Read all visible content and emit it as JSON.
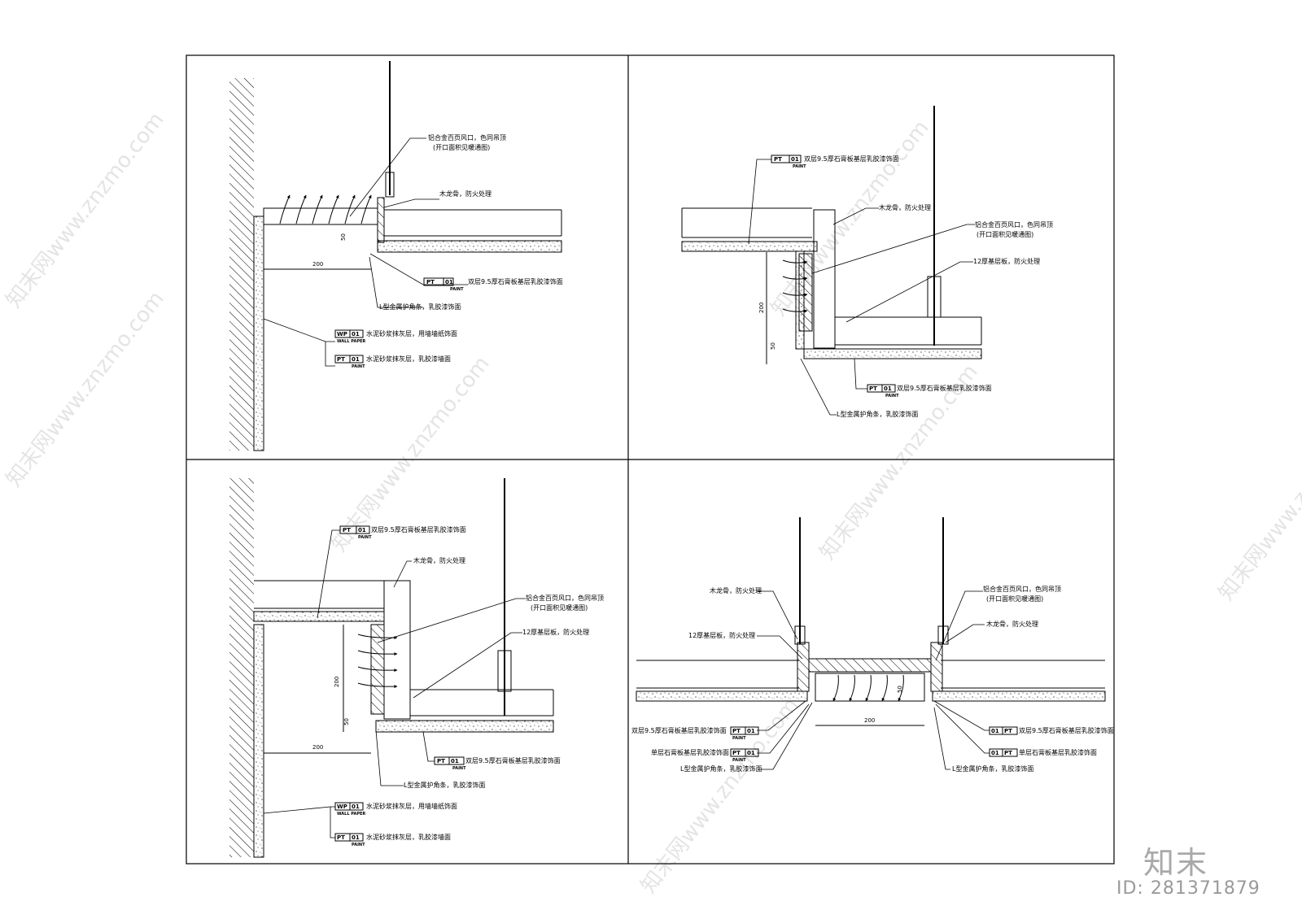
{
  "brand": "知末",
  "image_id": "ID: 281371879",
  "watermark": "知末网www.znzmo.com",
  "dims": {
    "d200": "200",
    "d50": "50"
  },
  "tags": {
    "pt": "PT",
    "wp": "WP",
    "n01": "01",
    "paint": "PAINT",
    "wallpaper": "WALL PAPER"
  },
  "labels": {
    "louver": "铝合金百页风口，色同吊顶",
    "louver_note": "(开口面积见暖通图)",
    "wood_keel": "木龙骨，防火处理",
    "base_board": "12厚基层板，防火处理",
    "gypsum_double": "双层9.5厚石膏板基层乳胶漆饰面",
    "gypsum_single": "单层石膏板基层乳胶漆饰面",
    "l_angle": "L型金属护角条，乳胶漆饰面",
    "wp_finish": "水泥砂浆抹灰层，用墙墙纸饰面",
    "pt_finish": "水泥砂浆抹灰层，乳胶漆墙面"
  }
}
